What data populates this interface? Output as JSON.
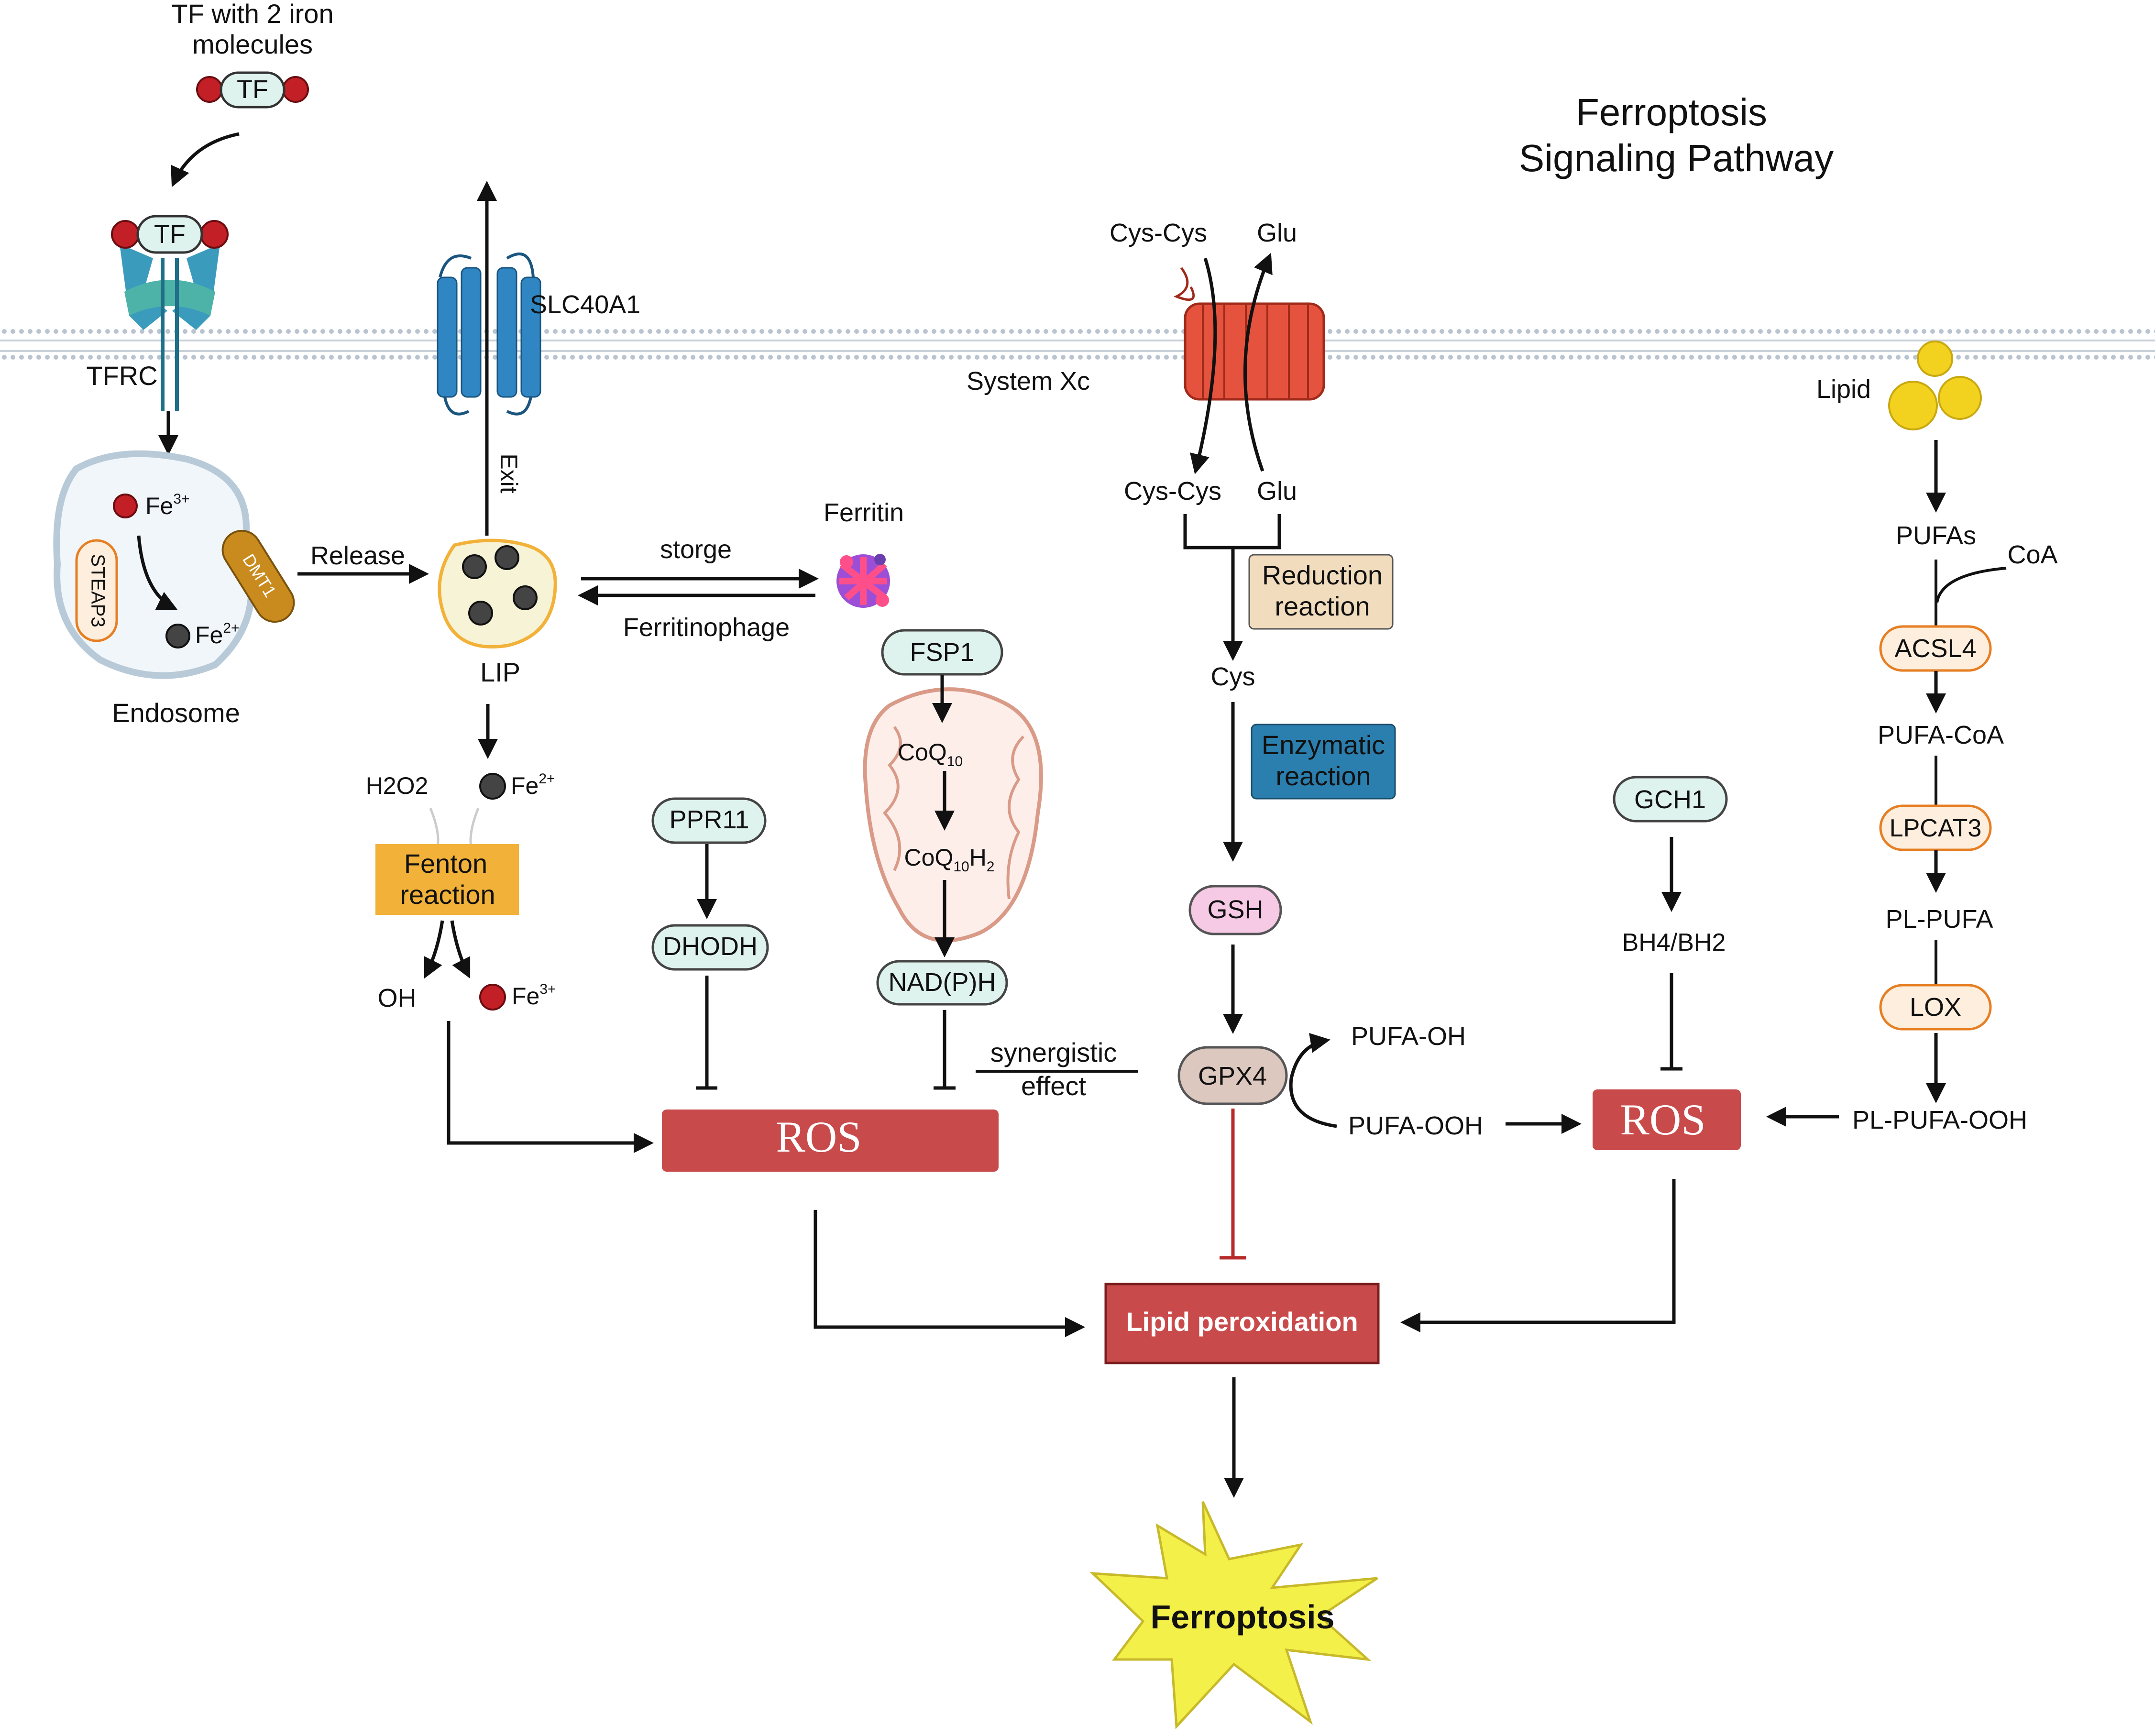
{
  "title": {
    "line1": "Ferroptosis",
    "line2": "Signaling Pathway"
  },
  "tf_complex": {
    "caption_line1": "TF with 2 iron",
    "caption_line2": "molecules",
    "tf_label": "TF",
    "receptor_tf_label": "TF",
    "receptor_label": "TFRC"
  },
  "endosome": {
    "fe3": "Fe",
    "fe3_sup": "3+",
    "steap3": "STEAP3",
    "fe2": "Fe",
    "fe2_sup": "2+",
    "dmt1": "DMT1",
    "label": "Endosome"
  },
  "release_label": "Release",
  "slc40a1": {
    "label": "SLC40A1",
    "exit_label": "Exit"
  },
  "lip": {
    "label": "LIP",
    "fe2": "Fe",
    "fe2_sup": "2+"
  },
  "storage": {
    "storge_label": "storge",
    "ferritinophage_label": "Ferritinophage",
    "ferritin_label": "Ferritin"
  },
  "fenton": {
    "h2o2": "H2O2",
    "line1": "Fenton",
    "line2": "reaction",
    "oh": "OH",
    "fe3": "Fe",
    "fe3_sup": "3+"
  },
  "ppr11": {
    "ppr11": "PPR11",
    "dhodh": "DHODH"
  },
  "fsp1": {
    "fsp1": "FSP1",
    "coq10": "CoQ",
    "coq10_sub": "10",
    "coq10h2": "CoQ",
    "coq10h2_sub": "10",
    "coq10h2_h": "H",
    "coq10h2_sub2": "2",
    "nadph": "NAD(P)H"
  },
  "synergistic": {
    "line1": "synergistic",
    "line2": "effect"
  },
  "ros_left": "ROS",
  "system_xc": {
    "label": "System Xc",
    "cys_cys_out": "Cys-Cys",
    "glu_out": "Glu",
    "cys_cys_in": "Cys-Cys",
    "glu_in": "Glu",
    "reduction_line1": "Reduction",
    "reduction_line2": "reaction",
    "cys": "Cys",
    "enzymatic_line1": "Enzymatic",
    "enzymatic_line2": "reaction",
    "gsh": "GSH",
    "gpx4": "GPX4",
    "pufa_oh": "PUFA-OH",
    "pufa_ooh": "PUFA-OOH"
  },
  "gch1": {
    "gch1": "GCH1",
    "bh4": "BH4/BH2"
  },
  "ros_right": "ROS",
  "lipid": {
    "label": "Lipid",
    "pufas": "PUFAs",
    "coa": "CoA",
    "acsl4": "ACSL4",
    "pufa_coa": "PUFA-CoA",
    "lpcat3": "LPCAT3",
    "pl_pufa": "PL-PUFA",
    "lox": "LOX",
    "pl_pufa_ooh": "PL-PUFA-OOH"
  },
  "lipid_peroxidation": "Lipid peroxidation",
  "ferroptosis": "Ferroptosis",
  "colors": {
    "ros": "#c94a4b",
    "fenton": "#f2b23a",
    "enzymatic": "#2a7fae",
    "reduction": "#f1dcbd",
    "gsh": "#f6c9e4",
    "gpx4": "#dcc8bf",
    "enzyme_green": "#dff3ee",
    "enzyme_orange": "#fdeedd",
    "transporter_red": "#e5533e",
    "transporter_blue": "#2f86c3",
    "ferroptosis_star": "#f4f04a",
    "lipid_yellow": "#f2d21e"
  }
}
